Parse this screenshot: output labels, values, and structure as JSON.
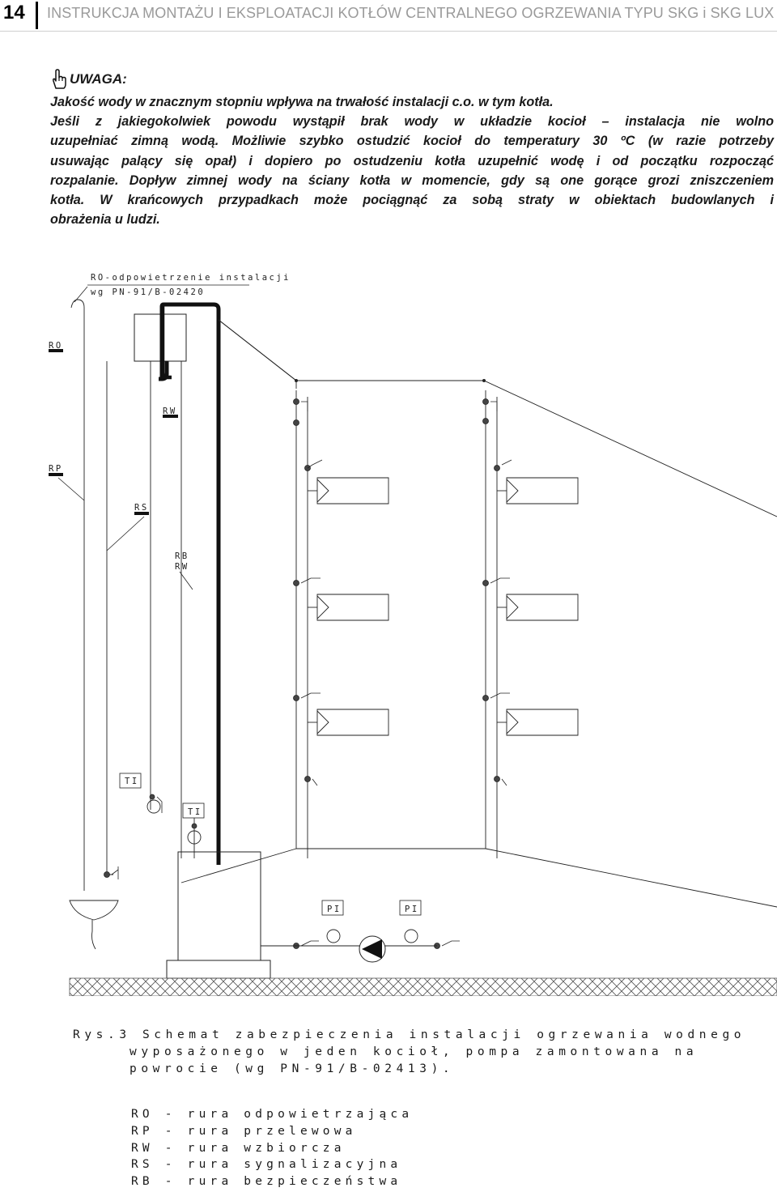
{
  "header": {
    "page_number": "14",
    "title": "INSTRUKCJA MONTAŻU I EKSPLOATACJI KOTŁÓW CENTRALNEGO OGRZEWANIA TYPU SKG i SKG LUX"
  },
  "warning": {
    "icon": "hand-pointing-icon",
    "title": "UWAGA:",
    "lines": [
      "Jakość wody w znacznym stopniu wpływa na trwałość instalacji c.o. w tym kotła.",
      "Jeśli z jakiegokolwiek powodu wystąpił brak wody w układzie kocioł – instalacja nie wolno",
      "uzupełniać  zimną wodą. Możliwie szybko ostudzić kocioł do temperatury 30 ºC (w razie potrzeby",
      "usuwając palący się opał) i dopiero po ostudzeniu kotła uzupełnić wodę i od początku rozpocząć",
      "rozpalanie. Dopływ zimnej wody na ściany kotła w momencie, gdy są one gorące grozi zniszczeniem",
      "kotła. W krańcowych przypadkach może pociągnąć za sobą straty w obiektach budowlanych i",
      "obrażenia u ludzi."
    ]
  },
  "diagram": {
    "ro_note_line1": "RO-odpowietrzenie instalacji",
    "ro_note_line2": "wg PN-91/B-02420",
    "label_ro": "RO",
    "label_rw": "RW",
    "label_rp": "RP",
    "label_rs": "RS",
    "label_rb": "RB",
    "label_rw2": "RW",
    "label_ti1": "TI",
    "label_ti2": "TI",
    "label_pi1": "PI",
    "label_pi2": "PI"
  },
  "caption": {
    "line1": "Rys.3 Schemat zabezpieczenia instalacji ogrzewania wodnego",
    "line2": "wyposażonego w jeden kocioł, pompa zamontowana na",
    "line3": "powrocie (wg PN-91/B-02413)."
  },
  "legend": [
    "RO - rura odpowietrzająca",
    "RP - rura przelewowa",
    "RW - rura wzbiorcza",
    "RS - rura sygnalizacyjna",
    "RB - rura bezpieczeństwa"
  ]
}
